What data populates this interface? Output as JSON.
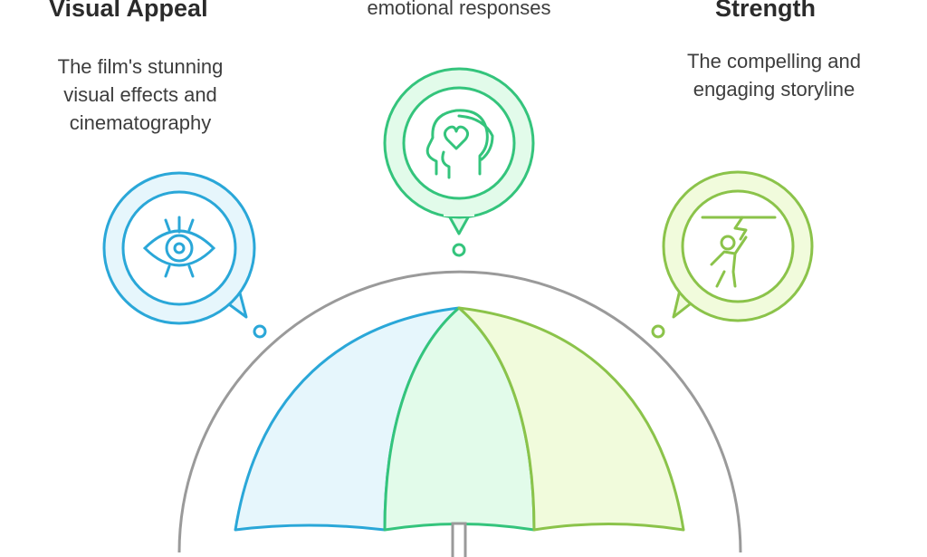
{
  "items": [
    {
      "heading": "Visual Appeal",
      "description": [
        "The film's stunning",
        "visual effects and",
        "cinematography"
      ],
      "icon": "eye-icon",
      "color": "#2aa7d8"
    },
    {
      "heading": "",
      "description": [
        "emotional responses"
      ],
      "icon": "heart-head-icon",
      "color": "#34c47c"
    },
    {
      "heading": "Strength",
      "description": [
        "The compelling and",
        "engaging storyline"
      ],
      "icon": "person-reaching-icon",
      "color": "#8bc34a"
    }
  ],
  "colors": {
    "left_panel_fill": "#e6f6fc",
    "middle_panel_fill": "#e2fbea",
    "right_panel_fill": "#f1fbdc",
    "arc_stroke": "#9a9a9a",
    "text": "#2b2b2b"
  }
}
